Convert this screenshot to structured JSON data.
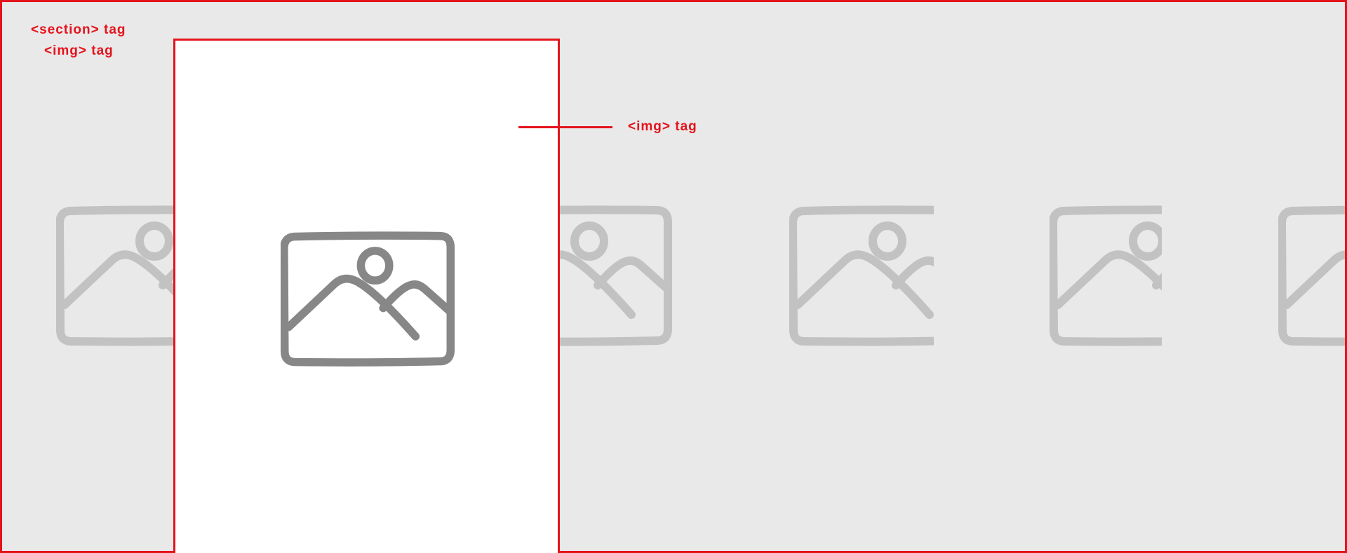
{
  "labels": {
    "section_tag": "<section> tag",
    "img_tag": "<img> tag",
    "img_tag_callout": "<img> tag"
  },
  "icons": {
    "background": "image-placeholder-icon",
    "foreground": "image-placeholder-icon"
  },
  "colors": {
    "annotation": "#e4141b",
    "section_background": "#e9e9ea",
    "image_background": "#ffffff",
    "icon_muted": "#c2c2c2",
    "icon_strong": "#878787"
  }
}
